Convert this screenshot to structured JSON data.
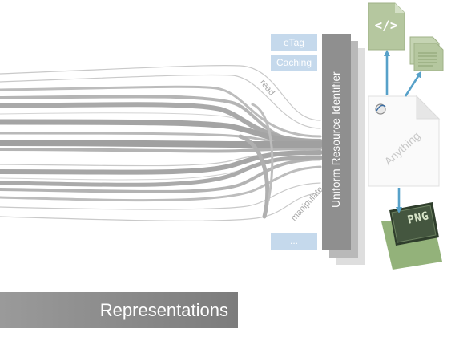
{
  "tags": {
    "etag": "eTag",
    "caching": "Caching",
    "more": "..."
  },
  "uri_label": "Uniform Resource Identifier",
  "paths": {
    "read": "read",
    "manipulate": "manipulate"
  },
  "resource": {
    "anything": "Anything",
    "code_glyph": "</>",
    "png": "PNG"
  },
  "title": "Representations",
  "colors": {
    "tag_blue": "#c5d9ec",
    "arrow_blue": "#57a1c9",
    "uri_grey": "#8f8f8f",
    "line_grey": "#aaaaaa",
    "doc_green": "#b5c79f",
    "png_dark": "#3a4a35"
  },
  "icons": [
    "code-file-icon",
    "stacked-documents-icon",
    "anything-page-icon",
    "png-image-icon",
    "logo-icon"
  ]
}
